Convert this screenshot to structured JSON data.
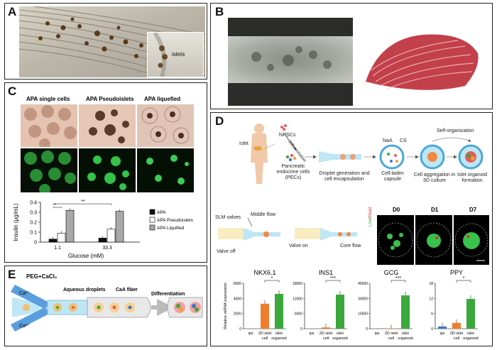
{
  "panels": {
    "a": {
      "label": "A",
      "inset_label": "islets"
    },
    "b": {
      "label": "B"
    },
    "c": {
      "label": "C",
      "columns": [
        "APA single cells",
        "APA Pseudoislets",
        "APA liquefied"
      ],
      "chart_data": {
        "type": "bar",
        "categories": [
          "1.1",
          "33.3"
        ],
        "xlabel": "Glucose (mM)",
        "ylabel": "Insulin (μg/mL)",
        "ylim": [
          0,
          0.4
        ],
        "yticks": [
          "0",
          "0.1",
          "0.2",
          "0.3",
          "0.4"
        ],
        "series": [
          {
            "name": "APA",
            "values": [
              0.03,
              0.04
            ],
            "color": "#111111"
          },
          {
            "name": "APA Pseudoislets",
            "values": [
              0.09,
              0.13
            ],
            "color": "#ffffff"
          },
          {
            "name": "APA Liquified",
            "values": [
              0.32,
              0.31
            ],
            "color": "#a8a8a8"
          }
        ],
        "significance": [
          "*",
          "**"
        ]
      }
    },
    "d": {
      "label": "D",
      "schematic": {
        "islet": "Islet",
        "hipscs": "hiPSCs",
        "differentiation": "Differentiation",
        "pecs": "Pancreatic endocrine cells (PECs)",
        "droplet": "Droplet generation and cell encapsulation",
        "naa": "NaA",
        "cs": "CS",
        "capsule": "Cell-laden capsule",
        "self_org": "Self-organization",
        "aggregation": "Cell aggregation in 3D culture",
        "organoid": "Islet organoid formation",
        "slm_valves": "SLM valves",
        "middle_flow": "Middle flow",
        "valve_off": "Valve off",
        "valve_on": "Valve on",
        "core_flow": "Core flow"
      },
      "timepoints": [
        "D0",
        "D1",
        "D7"
      ],
      "live_dead": {
        "live": "Live",
        "slash": "/",
        "dead": "Dead"
      },
      "chart_data": [
        {
          "type": "bar",
          "title": "NKX6.1",
          "categories": [
            "ips",
            "2D islet cell",
            "islet organoid"
          ],
          "values": [
            0,
            3300,
            4600
          ],
          "ylim": [
            0,
            6000
          ],
          "yticks": [
            "0",
            "2000",
            "4000",
            "6000"
          ],
          "colors": [
            "#3a78c8",
            "#ee7d2c",
            "#3aa83a"
          ],
          "sig": "*",
          "ylabel": "Relative mRNA expression"
        },
        {
          "type": "bar",
          "title": "INS1",
          "categories": [
            "ips",
            "2D islet cell",
            "islet organoid"
          ],
          "values": [
            0,
            500,
            13500
          ],
          "ylim": [
            0,
            18000
          ],
          "yticks": [
            "0",
            "6000",
            "12000",
            "18000"
          ],
          "colors": [
            "#3a78c8",
            "#ee7d2c",
            "#3aa83a"
          ],
          "sig": "***"
        },
        {
          "type": "bar",
          "title": "GCG",
          "categories": [
            "ips",
            "2D islet cell",
            "islet organoid"
          ],
          "values": [
            0,
            400,
            33000
          ],
          "ylim": [
            0,
            45000
          ],
          "yticks": [
            "0",
            "15000",
            "30000",
            "45000"
          ],
          "colors": [
            "#3a78c8",
            "#ee7d2c",
            "#3aa83a"
          ],
          "sig": "***"
        },
        {
          "type": "bar",
          "title": "PPY",
          "categories": [
            "ips",
            "2D islet cell",
            "islet organoid"
          ],
          "values": [
            0.9,
            2.3,
            11.8
          ],
          "ylim": [
            0,
            18
          ],
          "yticks": [
            "0",
            "6",
            "12",
            "18"
          ],
          "colors": [
            "#3a78c8",
            "#ee7d2c",
            "#3aa83a"
          ],
          "sig": "*"
        }
      ]
    },
    "e": {
      "label": "E",
      "peg": "PEG+CaCl₂",
      "ca_top": "Ca²⁺",
      "ca_bottom": "Ca²⁺",
      "aqueous": "Aqueous droplets",
      "fiber": "CaA fiber",
      "differentiation": "Differentiation"
    }
  }
}
